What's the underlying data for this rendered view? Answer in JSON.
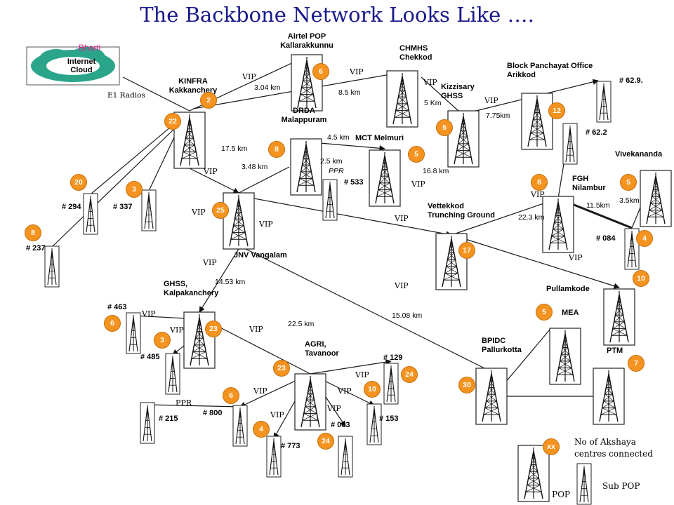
{
  "title": "The Backbone Network Looks Like ….",
  "cloud": {
    "provider_label": "Bharti",
    "text": "Internet Cloud"
  },
  "e1_label": "E1 Radios",
  "pops": [
    {
      "id": "kinfra",
      "label": "KINFRA\nKakkanchery",
      "count": "2"
    },
    {
      "id": "airtel",
      "label": "Airtel POP\nKallarakkunnu",
      "count": "6"
    },
    {
      "id": "chmhs",
      "label": "CHMHS\nChekkod",
      "count": ""
    },
    {
      "id": "drda",
      "label": "DRDA\nMalappuram",
      "count": "8"
    },
    {
      "id": "mct",
      "label": "MCT Melmuri",
      "count": "5"
    },
    {
      "id": "kizzisary",
      "label": "Kizzisary\nGHSS",
      "count": "5"
    },
    {
      "id": "block",
      "label": "Block Panchayat Office\nArikkod",
      "count": "12"
    },
    {
      "id": "vivekananda",
      "label": "Vivekananda",
      "count": "5"
    },
    {
      "id": "fgh",
      "label": "FGH\nNilambur",
      "count": "8"
    },
    {
      "id": "vettekkod",
      "label": "Vettekkod\nTrunching Ground",
      "count": "17"
    },
    {
      "id": "jnv",
      "label": "JNV Vangalam",
      "count": "25"
    },
    {
      "id": "ghss",
      "label": "GHSS,\nKalpakanchery",
      "count": "23"
    },
    {
      "id": "agri",
      "label": "AGRI,\nTavanoor",
      "count": "23"
    },
    {
      "id": "pullamkode",
      "label": "Pullamkode",
      "count": "10"
    },
    {
      "id": "mea",
      "label": "MEA",
      "count": "5"
    },
    {
      "id": "bpidc",
      "label": "BPIDC\nPallurkotta",
      "count": "30"
    },
    {
      "id": "ptm",
      "label": "PTM",
      "count": "7"
    }
  ],
  "kinfra_side_count": "22",
  "subpops": [
    {
      "id": "s629",
      "label": "# 62.9."
    },
    {
      "id": "s622",
      "label": "# 62.2"
    },
    {
      "id": "s533",
      "label": "# 533"
    },
    {
      "id": "s084",
      "label": "# 084",
      "count": "4"
    },
    {
      "id": "s294",
      "label": "# 294",
      "count": "20"
    },
    {
      "id": "s337",
      "label": "# 337",
      "count": "3"
    },
    {
      "id": "s237",
      "label": "# 237",
      "count": "8"
    },
    {
      "id": "s463",
      "label": "# 463",
      "count": "6"
    },
    {
      "id": "s485",
      "label": "# 485",
      "count": "3"
    },
    {
      "id": "s129",
      "label": "# 129",
      "count": "24"
    },
    {
      "id": "s215",
      "label": "# 215"
    },
    {
      "id": "s800",
      "label": "# 800",
      "count": "6"
    },
    {
      "id": "s773",
      "label": "# 773",
      "count": "4"
    },
    {
      "id": "s003",
      "label": "# 003",
      "count": "24"
    },
    {
      "id": "s153",
      "label": "# 153",
      "count": "10"
    }
  ],
  "distances": [
    "3.04 km",
    "8.5 km",
    "17.5 km",
    "3.48 km",
    "4.5 km",
    "2.5 km",
    "16.8 km",
    "5 Km",
    "7.75km",
    "22.3 km",
    "11.5km",
    "3.5km",
    "14.53 km",
    "22.5 km",
    "15.08 km"
  ],
  "link_labels": {
    "vip": "VIP",
    "ppr": "PPR"
  },
  "legend": {
    "badge": "xx",
    "badge_text": "No of Akshaya\ncentres connected",
    "pop_label": "POP",
    "subpop_label": "Sub POP"
  }
}
